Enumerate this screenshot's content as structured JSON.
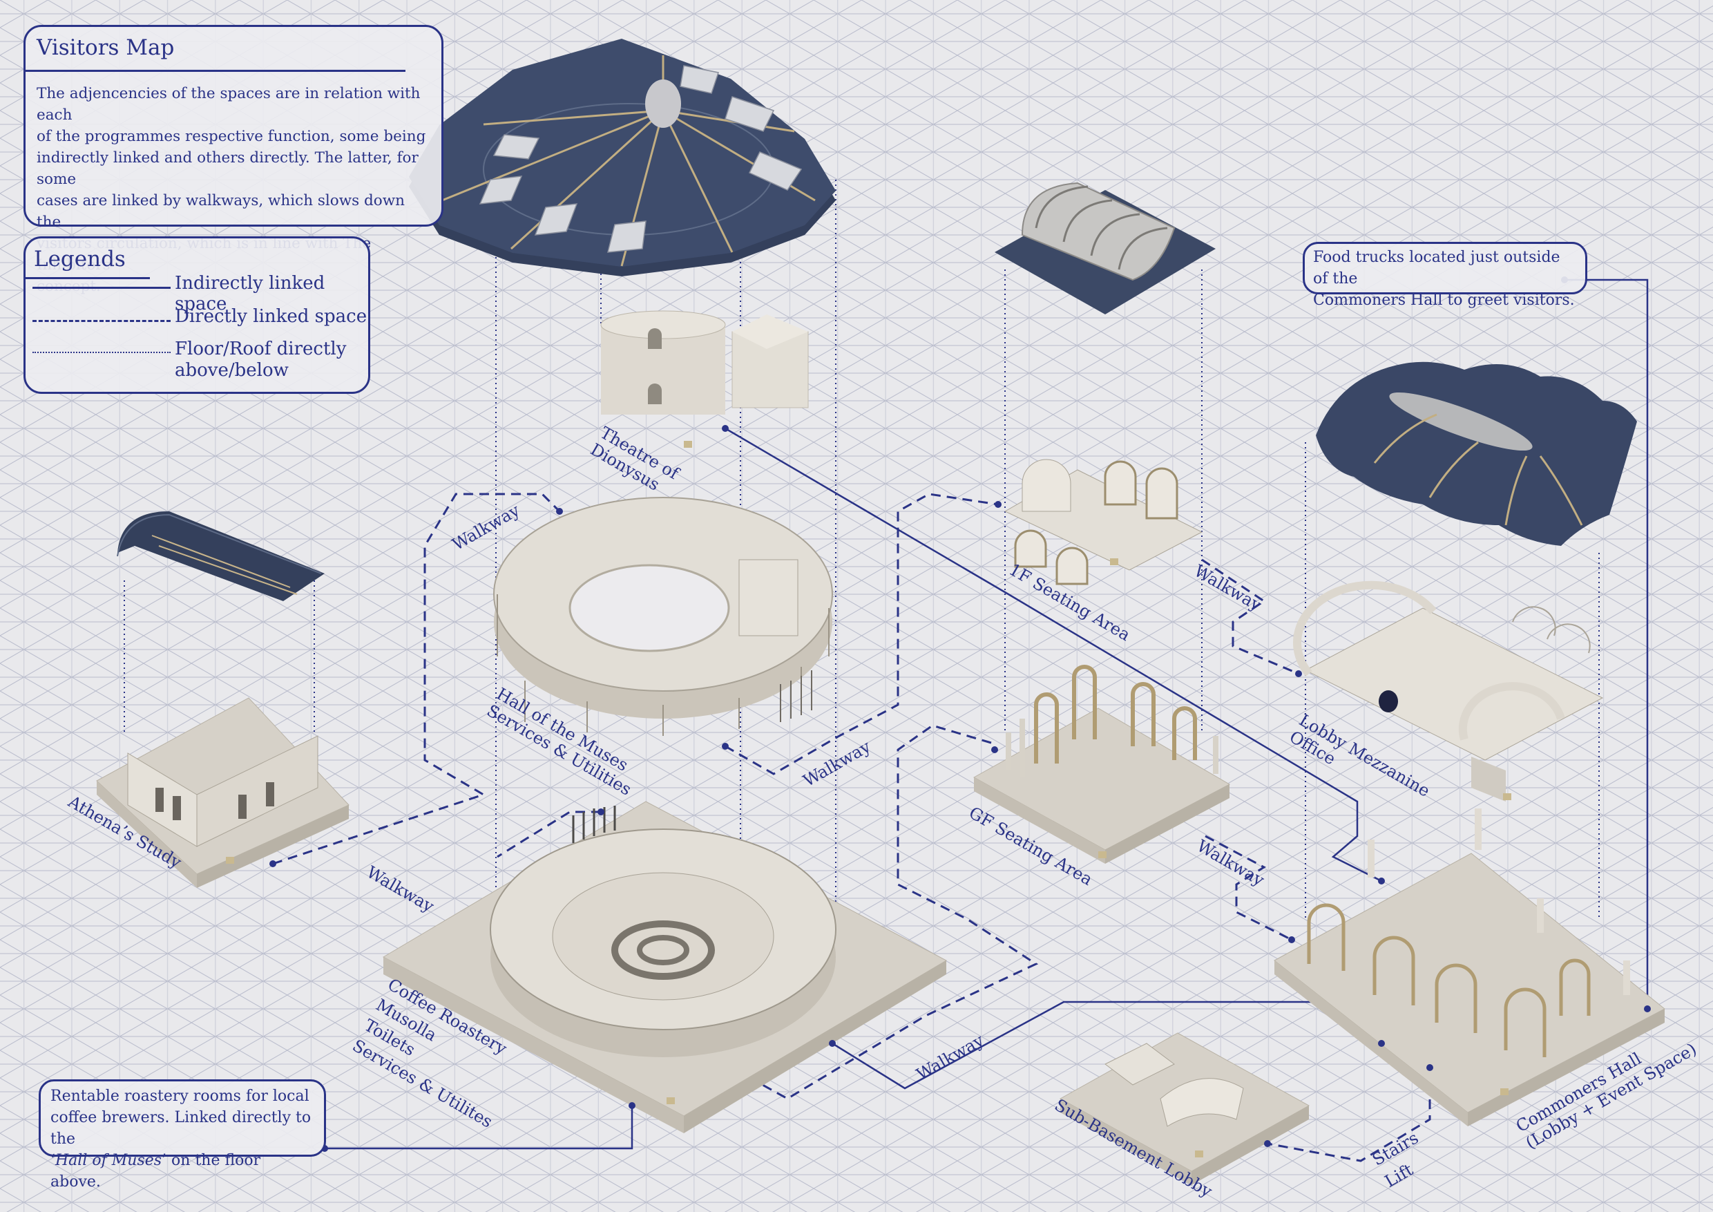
{
  "visitors_map": {
    "title": "Visitors Map",
    "description_lines": [
      "The adjencencies of the spaces are in relation with each",
      "of the programmes respective function, some being",
      "indirectly linked and others directly. The latter, for some",
      "cases are linked by walkways, which slows down the",
      "visitors circulation, which is in line with The Inhibitors’",
      "concept."
    ]
  },
  "legends": {
    "title": "Legends",
    "items": [
      {
        "style": "solid",
        "label": "Indirectly linked space"
      },
      {
        "style": "dashed",
        "label": "Directly linked space"
      },
      {
        "style": "dotted",
        "label": "Floor/Roof directly\nabove/below"
      }
    ]
  },
  "spaces": {
    "theatre": "Theatre of\nDionysus",
    "hall_muses": "Hall of the Muses\nServices & Utilities",
    "athena": "Athena’s Study",
    "coffee": "Coffee Roastery\nMusolla\nToilets\nServices & Utilites",
    "seating_1f": "1F Seating Area",
    "seating_gf": "GF Seating Area",
    "lobby_mezz": "Lobby Mezzanine\nOffice",
    "commoners": "Commoners Hall\n(Lobby + Event Space)",
    "sub_basement": "Sub-Basement Lobby"
  },
  "connectors": {
    "walkway": "Walkway",
    "stairs_lift": "Stairs\nLift"
  },
  "notes": {
    "food_trucks": [
      "Food trucks located just outside of the",
      "Commoners Hall to greet visitors."
    ],
    "roastery_pre": [
      "Rentable roastery rooms for local",
      "coffee brewers. Linked directly to the"
    ],
    "roastery_em": "Hall of Muses",
    "roastery_post": "’ on the floor above.",
    "roastery_open": "‘"
  },
  "colors": {
    "ink": "#2a3387",
    "roof": "#3c4a66",
    "wall": "#e6e2da",
    "floor": "#dad5cc",
    "brass": "#b8a47c",
    "background": "#e9e9ec"
  }
}
